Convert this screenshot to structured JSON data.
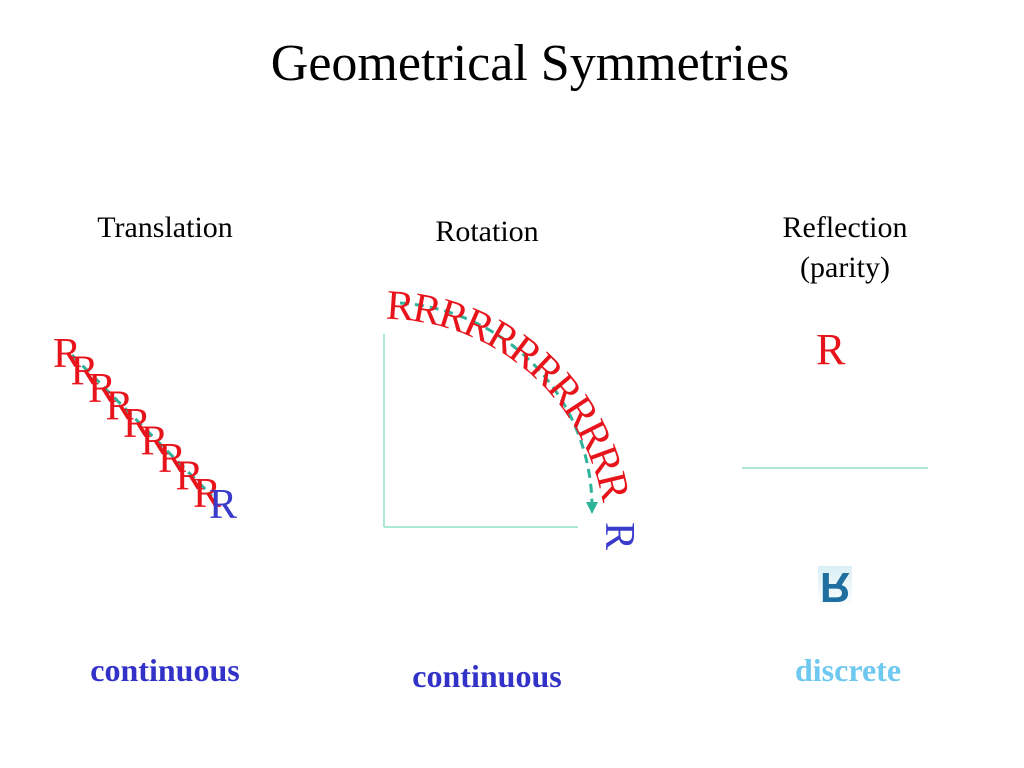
{
  "title": "Geometrical Symmetries",
  "columns": {
    "translation": {
      "label": "Translation",
      "kind": "continuous"
    },
    "rotation": {
      "label": "Rotation",
      "kind": "continuous"
    },
    "reflection": {
      "label_line1": "Reflection",
      "label_line2": "(parity)",
      "kind": "discrete"
    }
  },
  "glyph": "R",
  "colors": {
    "copy": "#e8141c",
    "final": "#3a3acb",
    "path": "#2fb39a",
    "axis": "#8fe0c8",
    "continuous_text": "#3232c8",
    "discrete_text": "#6fc8f0",
    "mirrored_glyph": "#1e6fa0"
  }
}
